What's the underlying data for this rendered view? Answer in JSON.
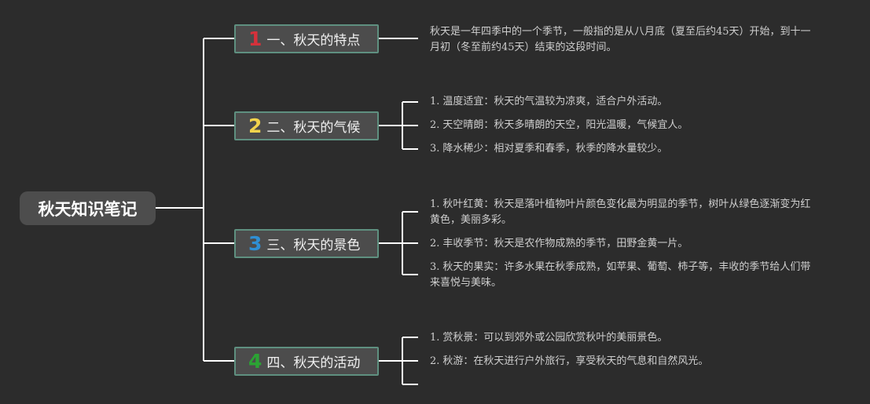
{
  "root": {
    "label": "秋天知识笔记"
  },
  "colors": {
    "background": "#2c2c2c",
    "line": "#ffffff",
    "num1": "#d6313b",
    "num2": "#f2d34c",
    "num3": "#2f8fd4",
    "num4": "#2ba334"
  },
  "branches": [
    {
      "number": "1",
      "label": "一、秋天的特点",
      "leaves": [
        {
          "text": "秋天是一年四季中的一个季节，一般指的是从八月底（夏至后约45天）开始，到十一月初（冬至前约45天）结束的这段时间。"
        }
      ]
    },
    {
      "number": "2",
      "label": "二、秋天的气候",
      "leaves": [
        {
          "num": "1.",
          "text": "温度适宜：秋天的气温较为凉爽，适合户外活动。"
        },
        {
          "num": "2.",
          "text": "天空晴朗：秋天多晴朗的天空，阳光温暖，气候宜人。"
        },
        {
          "num": "3.",
          "text": "降水稀少：相对夏季和春季，秋季的降水量较少。"
        }
      ]
    },
    {
      "number": "3",
      "label": "三、秋天的景色",
      "leaves": [
        {
          "num": "1.",
          "text": "秋叶红黄：秋天是落叶植物叶片颜色变化最为明显的季节，树叶从绿色逐渐变为红黄色，美丽多彩。"
        },
        {
          "num": "2.",
          "text": "丰收季节：秋天是农作物成熟的季节，田野金黄一片。"
        },
        {
          "num": "3.",
          "text": "秋天的果实：许多水果在秋季成熟，如苹果、葡萄、柿子等，丰收的季节给人们带来喜悦与美味。"
        }
      ]
    },
    {
      "number": "4",
      "label": "四、秋天的活动",
      "leaves": [
        {
          "num": "1.",
          "text": "赏秋景：可以到郊外或公园欣赏秋叶的美丽景色。"
        },
        {
          "num": "2.",
          "text": "秋游：在秋天进行户外旅行，享受秋天的气息和自然风光。"
        }
      ]
    }
  ]
}
